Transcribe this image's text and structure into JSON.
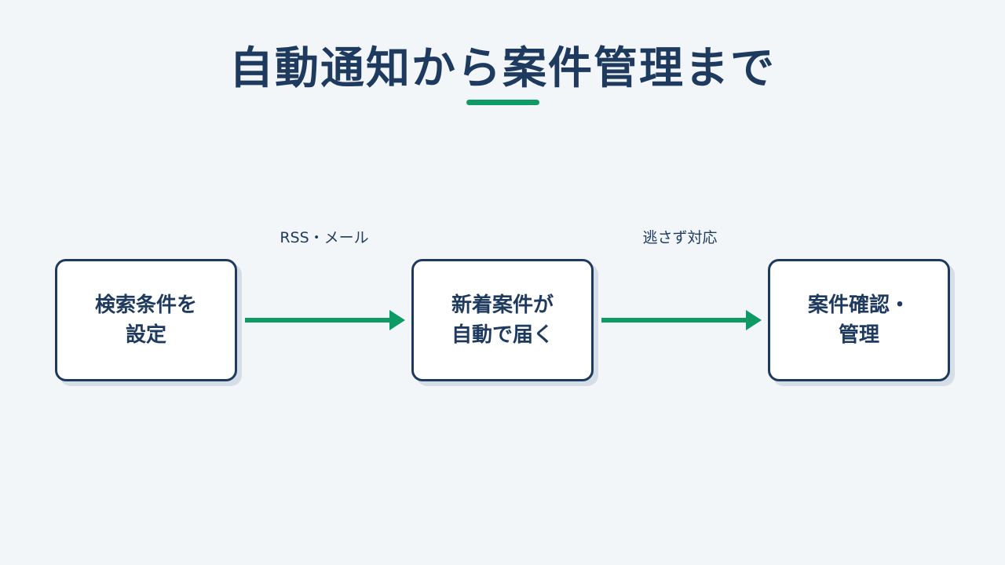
{
  "title": "自動通知から案件管理まで",
  "colors": {
    "background": "#f3f6f9",
    "primary": "#1f3a5f",
    "accent": "#0e9a64",
    "box_fill": "#ffffff",
    "box_shadow": "#d5dde7"
  },
  "steps": [
    {
      "lines": [
        "検索条件を",
        "設定"
      ]
    },
    {
      "lines": [
        "新着案件が",
        "自動で届く"
      ]
    },
    {
      "lines": [
        "案件確認・",
        "管理"
      ]
    }
  ],
  "connectors": [
    {
      "label": "RSS・メール",
      "icon": "arrow-right-icon"
    },
    {
      "label": "逃さず対応",
      "icon": "arrow-right-icon"
    }
  ]
}
